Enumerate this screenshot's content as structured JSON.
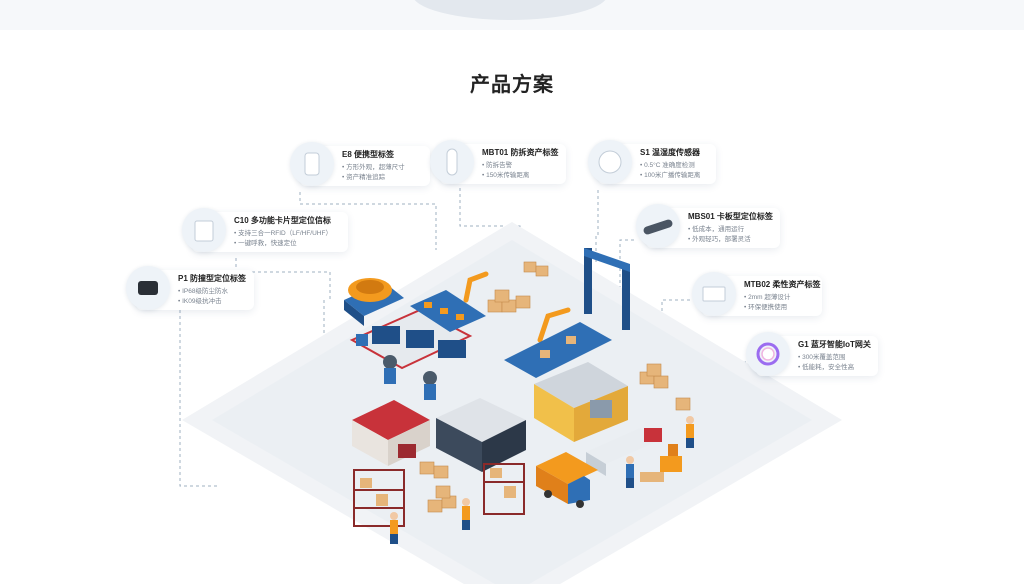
{
  "section": {
    "title": "产品方案"
  },
  "products": [
    {
      "id": "e8",
      "name": "E8 便携型标签",
      "line1": "• 方形外观，超薄尺寸",
      "line2": "• 资产精准追踪"
    },
    {
      "id": "mbt01",
      "name": "MBT01 防拆资产标签",
      "line1": "• 防拆告警",
      "line2": "• 150米传输距离"
    },
    {
      "id": "s1",
      "name": "S1 温湿度传感器",
      "line1": "• 0.5°C 准确度检测",
      "line2": "• 100米广播传输距离"
    },
    {
      "id": "c10",
      "name": "C10 多功能卡片型定位信标",
      "line1": "• 支持三合一RFID（LF/HF/UHF）",
      "line2": "• 一键呼救，快速定位"
    },
    {
      "id": "mbs01",
      "name": "MBS01 卡板型定位标签",
      "line1": "• 低成本，通用运行",
      "line2": "• 外观轻巧，部署灵活"
    },
    {
      "id": "p1",
      "name": "P1 防撞型定位标签",
      "line1": "• IP68级防尘防水",
      "line2": "• IK09级抗冲击"
    },
    {
      "id": "mtb02",
      "name": "MTB02 柔性资产标签",
      "line1": "• 2mm 超薄设计",
      "line2": "• 环保便携使用"
    },
    {
      "id": "g1",
      "name": "G1 蓝牙智能IoT网关",
      "line1": "• 300米覆盖范围",
      "line2": "• 低能耗，安全性高"
    }
  ],
  "colors": {
    "accent_blue": "#2f6fb5",
    "accent_orange": "#f39a1e",
    "accent_red": "#c8323a",
    "platform": "#f1f3f6",
    "connector": "#9fb0c2"
  }
}
